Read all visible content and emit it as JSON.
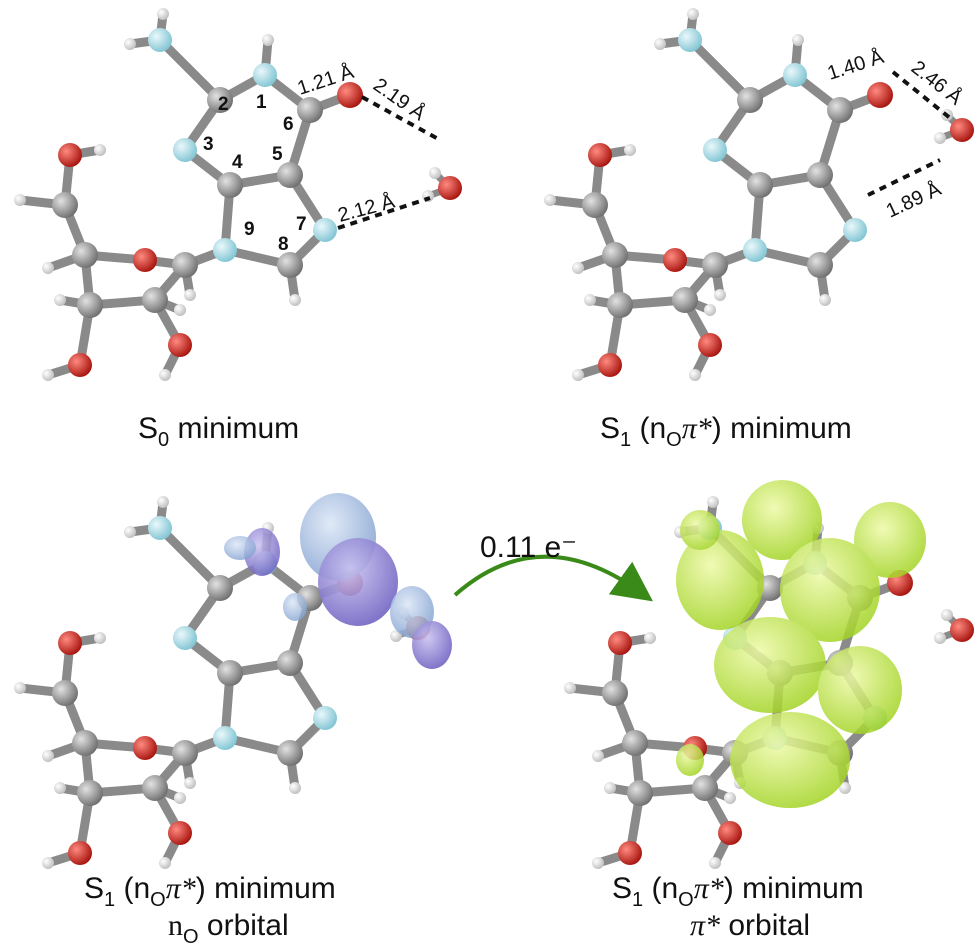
{
  "panels": {
    "s0": {
      "caption_prefix": "S",
      "caption_sub": "0",
      "caption_rest": " minimum",
      "distances": {
        "co": "1.21 Å",
        "ow": "2.19 Å",
        "nw": "2.12 Å"
      },
      "atom_numbers": [
        "1",
        "2",
        "3",
        "4",
        "5",
        "6",
        "7",
        "8",
        "9"
      ]
    },
    "s1": {
      "caption_prefix": "S",
      "caption_sub": "1",
      "caption_paren_open": " (n",
      "caption_paren_sub": "O",
      "caption_pi": "π*",
      "caption_rest": ") minimum",
      "distances": {
        "co": "1.40 Å",
        "ow": "2.46 Å",
        "nw": "1.89 Å"
      }
    },
    "no_orbital": {
      "caption_line1_rest": ") minimum",
      "caption_line2_n": "n",
      "caption_line2_sub": "O",
      "caption_line2_rest": " orbital"
    },
    "pi_orbital": {
      "caption_line1_rest": ") minimum",
      "caption_line2_pi": "π*",
      "caption_line2_rest": " orbital"
    }
  },
  "transfer": {
    "label": "0.11 e⁻",
    "arrow_color": "#3a8a1a"
  },
  "colors": {
    "carbon": "#9a9a9a",
    "nitrogen": "#a9dde6",
    "oxygen": "#d9231c",
    "hydrogen": "#f2f2f2",
    "no_lobe_light": "#9db6d8",
    "no_lobe_dark": "#8a7fcf",
    "pi_lobe": "#c6ea4a"
  }
}
